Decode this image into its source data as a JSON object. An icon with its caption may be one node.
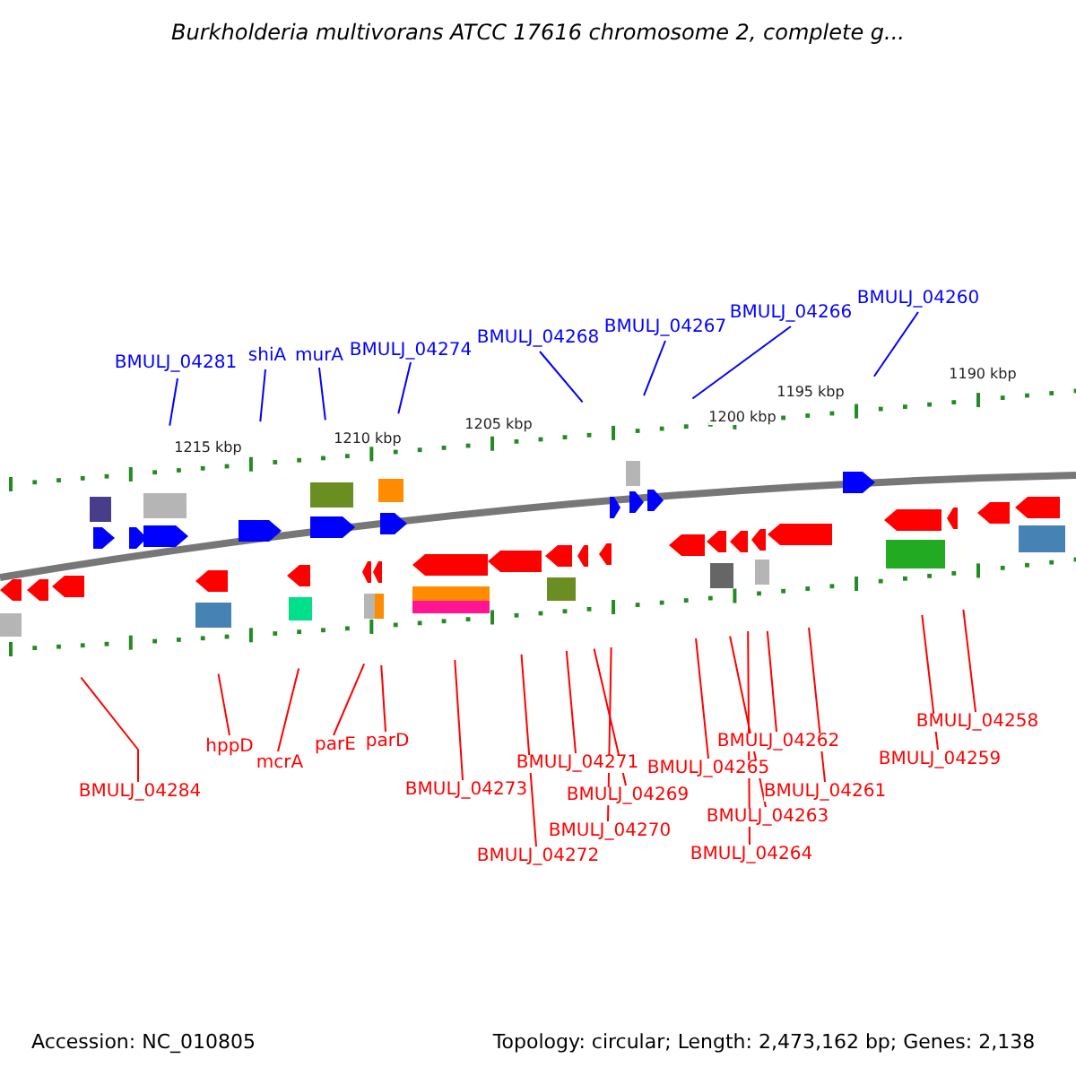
{
  "diagram": {
    "title": "Burkholderia multivorans ATCC 17616 chromosome 2, complete g...",
    "nodes": [
      {
        "text": [
          "BMULJ_04281"
        ]
      },
      {
        "text": [
          "shiA"
        ]
      },
      {
        "text": [
          "murA"
        ]
      },
      {
        "text": [
          "BMULJ_04274"
        ]
      },
      {
        "text": [
          "BMULJ_04268"
        ]
      },
      {
        "text": [
          "BMULJ_04267"
        ]
      },
      {
        "text": [
          "BMULJ_04266"
        ]
      },
      {
        "text": [
          "BMULJ_04260"
        ]
      },
      {
        "text": [
          "BMULJ_04284"
        ]
      },
      {
        "text": [
          "hppD"
        ]
      },
      {
        "text": [
          "mcrA"
        ]
      },
      {
        "text": [
          "parE"
        ]
      },
      {
        "text": [
          "parD"
        ]
      },
      {
        "text": [
          "BMULJ_04273"
        ]
      },
      {
        "text": [
          "BMULJ_04272"
        ]
      },
      {
        "text": [
          "BMULJ_04271"
        ]
      },
      {
        "text": [
          "BMULJ_04269"
        ]
      },
      {
        "text": [
          "BMULJ_04270"
        ]
      },
      {
        "text": [
          "BMULJ_04265"
        ]
      },
      {
        "text": [
          "BMULJ_04262"
        ]
      },
      {
        "text": [
          "BMULJ_04263"
        ]
      },
      {
        "text": [
          "BMULJ_04264"
        ]
      },
      {
        "text": [
          "BMULJ_04261"
        ]
      },
      {
        "text": [
          "BMULJ_04258"
        ]
      },
      {
        "text": [
          "BMULJ_04259"
        ]
      }
    ],
    "edges": [
      {
        "from": 0,
        "to": null,
        "arrow": "none",
        "color": "#0000ff"
      },
      {
        "from": 1,
        "to": null,
        "arrow": "none",
        "color": "#0000ff"
      },
      {
        "from": 2,
        "to": null,
        "arrow": "none",
        "color": "#0000ff"
      },
      {
        "from": 3,
        "to": null,
        "arrow": "none",
        "color": "#0000ff"
      },
      {
        "from": 4,
        "to": null,
        "arrow": "none",
        "color": "#0000ff"
      },
      {
        "from": 5,
        "to": null,
        "arrow": "none",
        "color": "#0000ff"
      },
      {
        "from": 6,
        "to": null,
        "arrow": "none",
        "color": "#0000ff"
      },
      {
        "from": 7,
        "to": null,
        "arrow": "none",
        "color": "#0000ff"
      },
      {
        "from": 8,
        "to": null,
        "arrow": "none"
      },
      {
        "from": 9,
        "to": null,
        "arrow": "none"
      },
      {
        "from": 10,
        "to": null,
        "arrow": "none"
      },
      {
        "from": 11,
        "to": null,
        "arrow": "none"
      },
      {
        "from": 12,
        "to": null,
        "arrow": "none"
      },
      {
        "from": 13,
        "to": null,
        "arrow": "none"
      },
      {
        "from": 14,
        "to": null,
        "arrow": "none"
      },
      {
        "from": 15,
        "to": null,
        "arrow": "none"
      },
      {
        "from": 16,
        "to": null,
        "arrow": "none"
      },
      {
        "from": 17,
        "to": null,
        "arrow": "none"
      },
      {
        "from": 18,
        "to": null,
        "arrow": "none"
      },
      {
        "from": 19,
        "to": null,
        "arrow": "none"
      },
      {
        "from": 20,
        "to": null,
        "arrow": "none"
      },
      {
        "from": 21,
        "to": null,
        "arrow": "none"
      },
      {
        "from": 22,
        "to": null,
        "arrow": "none"
      },
      {
        "from": 23,
        "to": null,
        "arrow": "none"
      },
      {
        "from": 24,
        "to": null,
        "arrow": "none"
      }
    ],
    "labels": [
      "1215 kbp",
      "1210 kbp",
      "1205 kbp",
      "1200 kbp",
      "1195 kbp",
      "1190 kbp",
      "Accession: NC_010805",
      "Topology: circular; Length: 2,473,162 bp; Genes: 2,138"
    ]
  }
}
